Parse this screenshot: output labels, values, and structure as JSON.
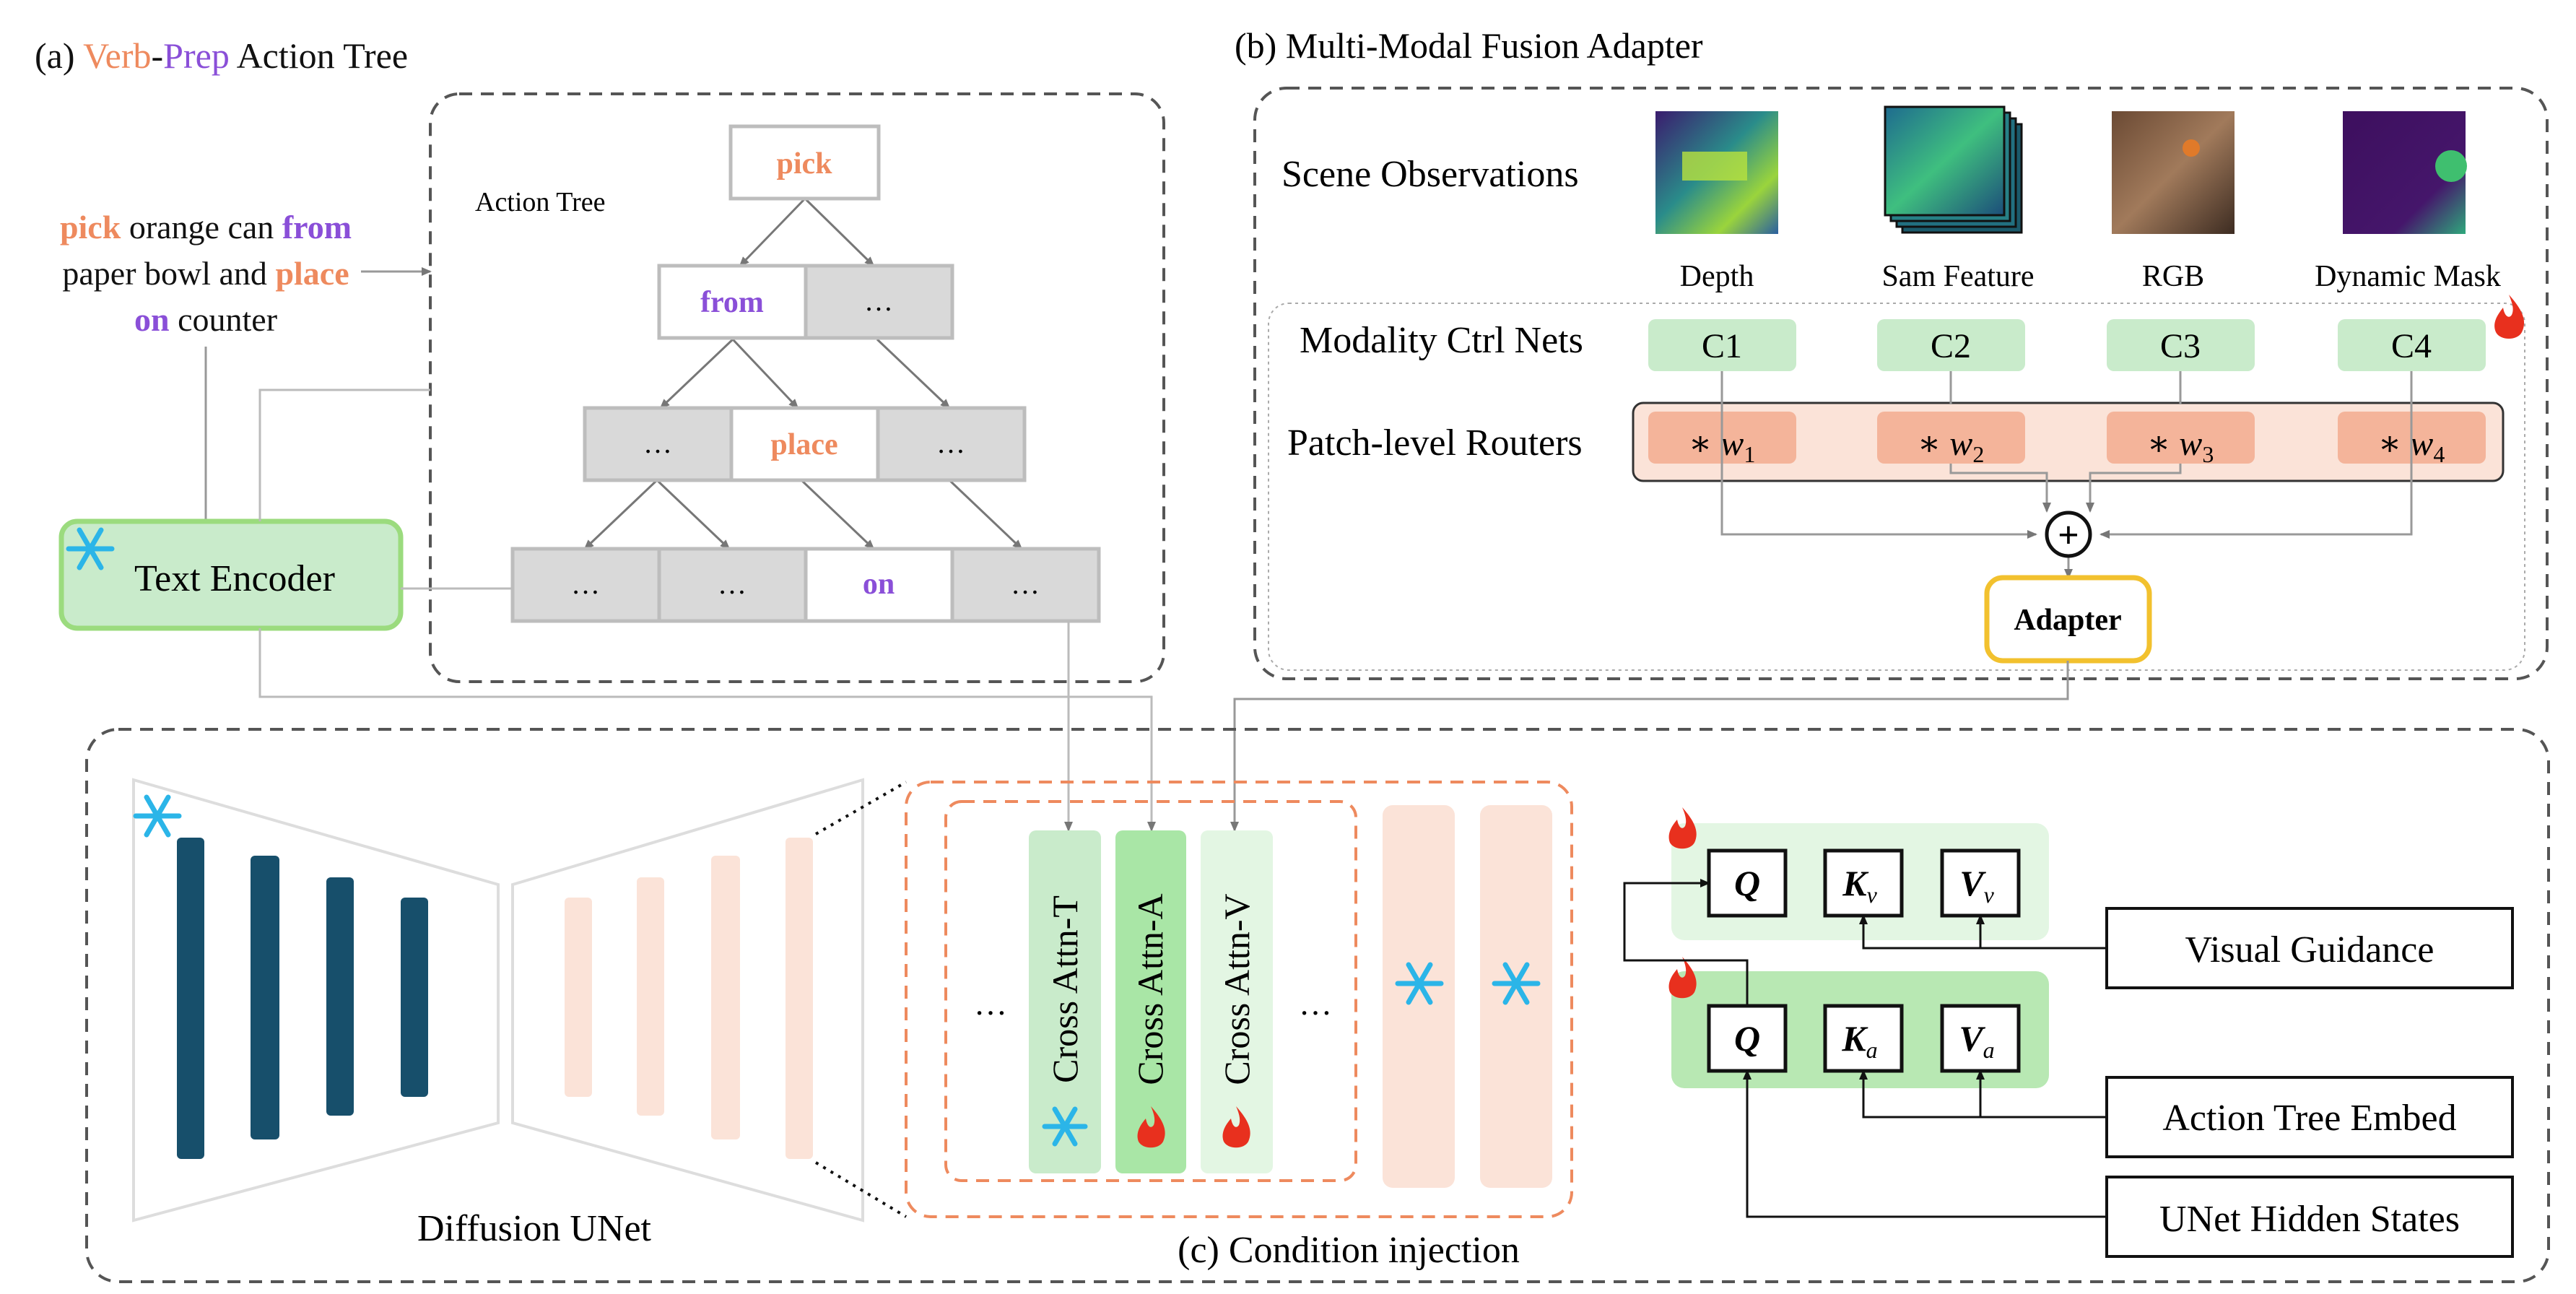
{
  "colors": {
    "orange": "#EE8A5E",
    "purple": "#8A4FD8",
    "gray_box": "#D9D9D9",
    "green_box": "#C9EBCB",
    "green_border": "#9BDB7E",
    "salmon": "#F4B49A",
    "salmon_bg": "#FBE3D8",
    "dark_teal": "#174F6B",
    "snow": "#2BB5E8",
    "fire": "#E8301E",
    "adapter_border": "#F2C12E"
  },
  "panel_a": {
    "prefix": "(a) ",
    "title_verb": "Verb",
    "title_dash": "-",
    "title_prep": "Prep",
    "title_rest": " Action Tree",
    "sentence": {
      "line1": [
        {
          "t": "pick",
          "c": "orange"
        },
        {
          "t": " orange can ",
          "c": "black"
        },
        {
          "t": "from",
          "c": "purple"
        }
      ],
      "line2": [
        {
          "t": "paper bowl and ",
          "c": "black"
        },
        {
          "t": "place",
          "c": "orange"
        }
      ],
      "line3": [
        {
          "t": "on",
          "c": "purple"
        },
        {
          "t": " counter",
          "c": "black"
        }
      ]
    },
    "action_tree_label": "Action Tree",
    "text_encoder": "Text Encoder",
    "nodes": {
      "pick": "pick",
      "from": "from",
      "place": "place",
      "on": "on",
      "ellipsis": "…"
    }
  },
  "panel_b": {
    "title": "(b) Multi-Modal Fusion Adapter",
    "scene_obs": "Scene Observations",
    "modalities": [
      "Depth",
      "Sam Feature",
      "RGB",
      "Dynamic Mask"
    ],
    "ctrl_label": "Modality Ctrl Nets",
    "ctrl_nets": [
      "C1",
      "C2",
      "C3",
      "C4"
    ],
    "router_label": "Patch-level Routers",
    "router_prefix": "∗ ",
    "router_weight": "w",
    "router_subs": [
      "1",
      "2",
      "3",
      "4"
    ],
    "plus": "+",
    "adapter": "Adapter"
  },
  "panel_c": {
    "unet_label": "Diffusion UNet",
    "caption": "(c) Condition injection",
    "ellipsis": "…",
    "cross_attn": [
      "Cross Attn-T",
      "Cross Attn-A",
      "Cross Attn-V"
    ],
    "q": "Q",
    "k": "K",
    "v": "V",
    "visual_sub": "v",
    "action_sub": "a",
    "visual_guidance": "Visual Guidance",
    "action_tree_embed": "Action Tree Embed",
    "unet_hidden": "UNet Hidden States"
  }
}
